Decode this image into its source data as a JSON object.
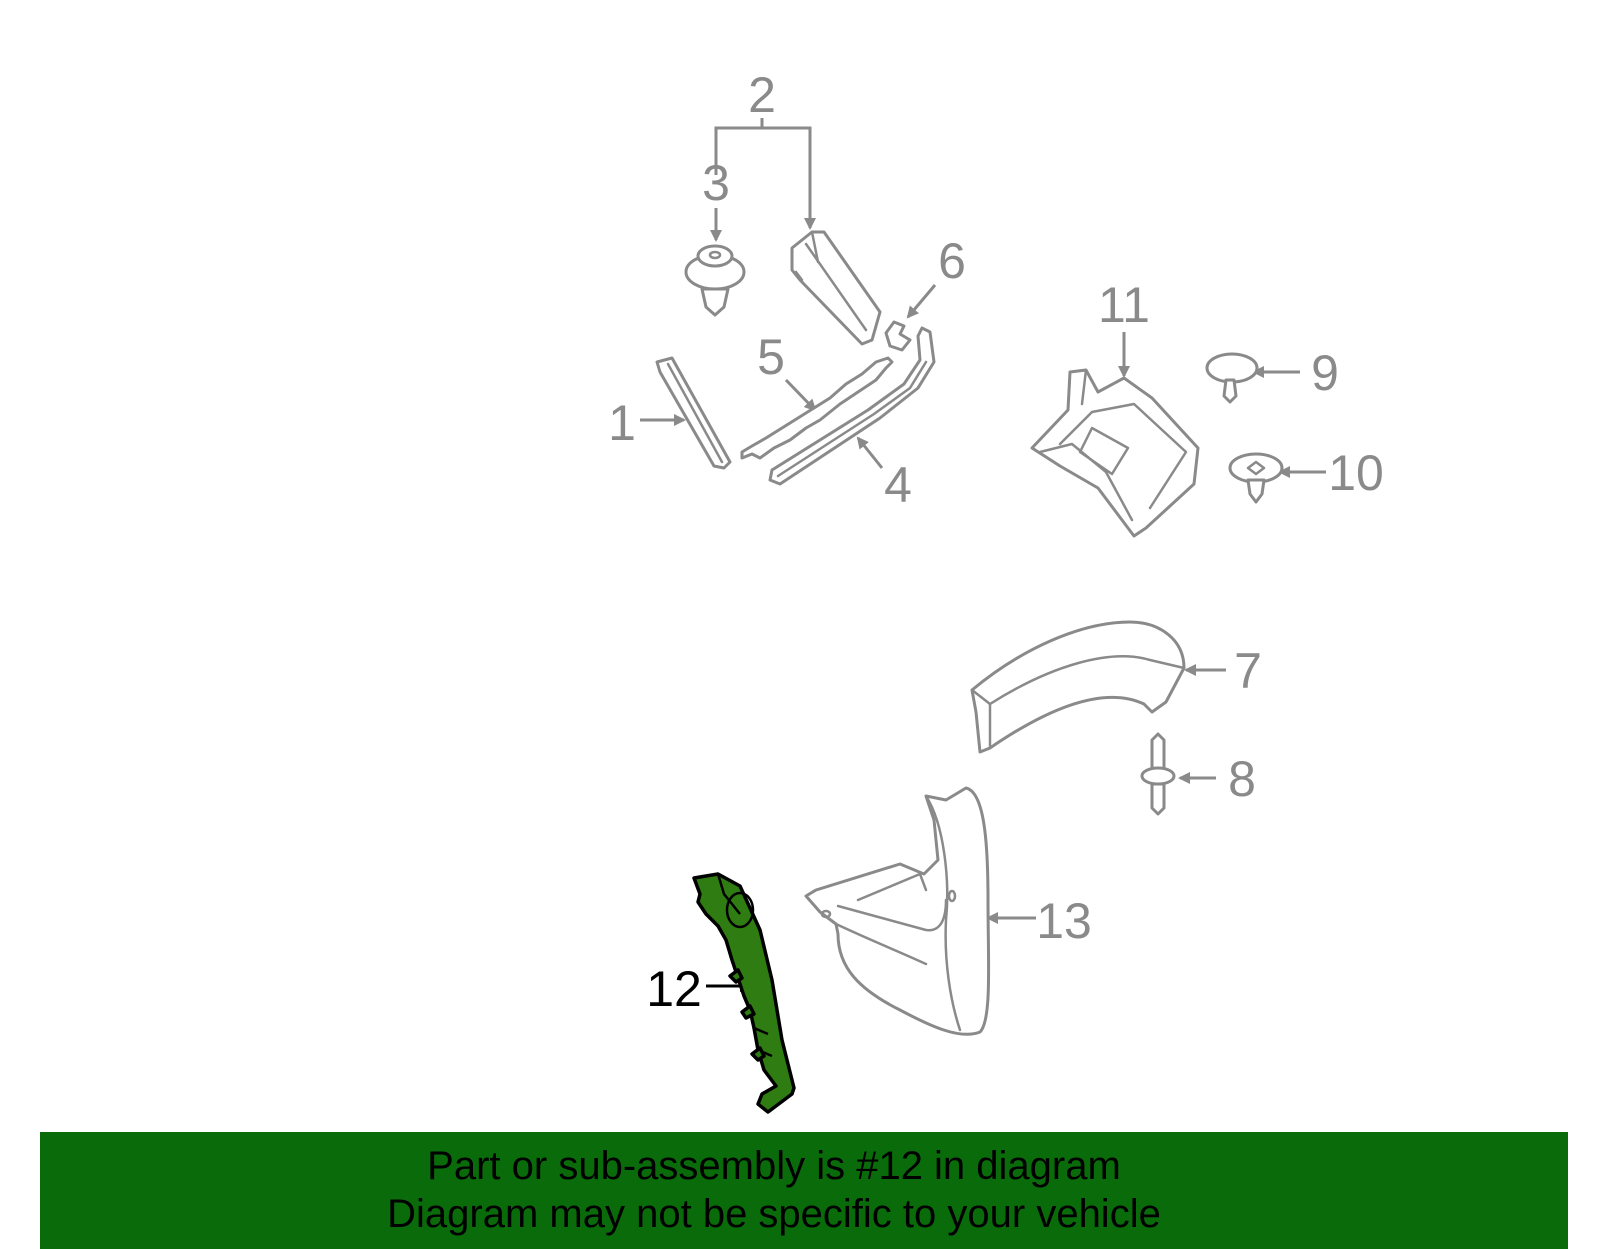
{
  "callouts": {
    "c1": "1",
    "c2": "2",
    "c3": "3",
    "c4": "4",
    "c5": "5",
    "c6": "6",
    "c7": "7",
    "c8": "8",
    "c9": "9",
    "c10": "10",
    "c11": "11",
    "c12": "12",
    "c13": "13"
  },
  "highlight_color": "#2f7d12",
  "banner": {
    "line1": "Part or sub-assembly is #12 in diagram",
    "line2": "Diagram may not be specific to your vehicle",
    "background": "#0a6b0a"
  }
}
